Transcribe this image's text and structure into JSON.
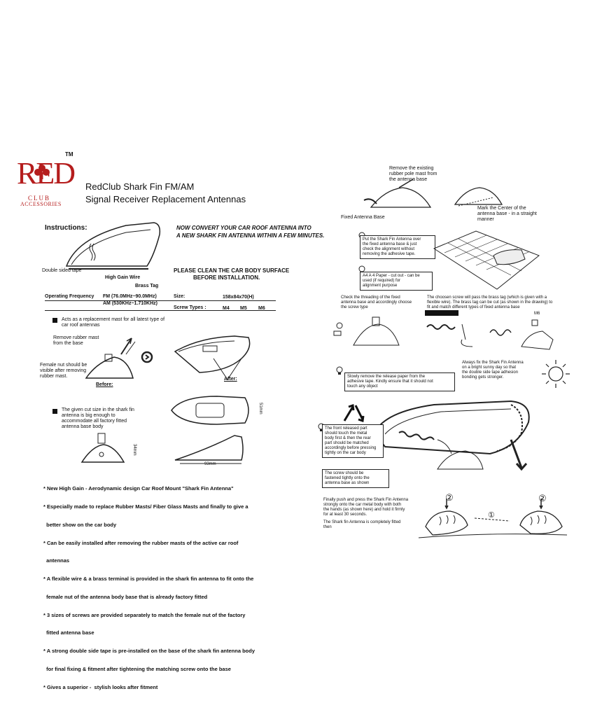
{
  "left_page": {
    "brand_tm": "TM",
    "brand_name": "RED",
    "brand_sub1": "CLUB",
    "brand_sub2": "ACCESSORIES",
    "title_line1": "RedClub Shark Fin FM/AM",
    "title_line2": "Signal Receiver Replacement Antennas",
    "instructions_label": "Instructions:",
    "convert_line1": "NOW CONVERT YOUR CAR ROOF ANTENNA INTO",
    "convert_line2": "A NEW SHARK FIN ANTENNA WITHIN A FEW MINUTES.",
    "double_sided_tape": "Double sided tape",
    "high_gain_wire": "High Gain Wire",
    "brass_tag": "Brass Tag",
    "clean_line1": "PLEASE CLEAN THE CAR BODY SURFACE",
    "clean_line2": "BEFORE INSTALLATION.",
    "spec": {
      "operating_label": "Operating Frequency",
      "fm": "FM (76.0MHz~90.0MHz)",
      "am": "AM (530KHz~1.710KHz)",
      "size_label": "Size:",
      "size_value": "158x84x70(H)",
      "screw_label": "Screw Types :",
      "screw_m4": "M4",
      "screw_m5": "M5",
      "screw_m6": "M6"
    },
    "note1_line1": "Acts as a replacement mast for all latest type of",
    "note1_line2": "car roof antennas",
    "remove_line1": "Remove rubber mast",
    "remove_line2": "from the base",
    "female_line1": "Female nut should be",
    "female_line2": "visible after removing",
    "female_line3": "rubber mast.",
    "before_label": "Before:",
    "after_label": "After:",
    "note2_line1": "The given cut size in the shark fin",
    "note2_line2": "antenna is big enough to",
    "note2_line3": "accommodate all factory fitted",
    "note2_line4": "antenna base body",
    "dim_height": "34mm",
    "dim_width": "93mm",
    "dim_depth": "51mm",
    "bullets": [
      "* New High Gain - Aerodynamic design Car Roof Mount \"Shark Fin Antenna\"",
      "* Especially made to replace Rubber Masts/ Fiber Glass Masts and finally to give a",
      "  better show on the car body",
      "* Can be easily installed after removing the rubber masts of the active car roof",
      "  antennas",
      "* A flexible wire & a brass terminal is provided in the shark fin antenna to fit onto the",
      "  female nut of the antenna body base that is already factory fitted",
      "* 3 sizes of screws are provided separately to match the female nut of the factory",
      "  fitted antenna base",
      "* A strong double side tape is pre-installed on the base of the shark fin antenna body",
      "  for final fixing & fitment after tightening the matching screw onto the base",
      "* Gives a superior -  stylish looks after fitment"
    ]
  },
  "right_page": {
    "remove_existing_line1": "Remove the existing",
    "remove_existing_line2": "rubber pole mast from",
    "remove_existing_line3": "the antenna base",
    "fixed_antenna_base": "Fixed Antenna Base",
    "mark_center_line1": "Mark the Center of the",
    "mark_center_line2": "antenna base - in a straight",
    "mark_center_line3": "manner",
    "putover_line1": "Put the Shark Fin Antenna over",
    "putover_line2": "the fixed antenna base & just",
    "putover_line3": "check the alignment without",
    "putover_line4": "removing the adhesive tape.",
    "a4_line1": "A4 A 4 Paper - cut out - can be",
    "a4_line2": "used (if required) for",
    "a4_line3": "alignment purpose",
    "thread_line1": "Check the threading of the fixed",
    "thread_line2": "antenna base and accordingly choose",
    "thread_line3": "the screw type",
    "screw_line1": "The choosen screw will pass the brass tag (which is given with a",
    "screw_line2": "flexible wire). The brass tag can be cut (as shown in the drawing) to",
    "screw_line3": "fit and match different types of fixed antenna base",
    "small_label": "M6",
    "always_line1": "Always fix the Shark Fin Antenna",
    "always_line2": "on a bright sunny day so that",
    "always_line3": "the double side tape adhesion",
    "always_line4": "bonding gets stronger.",
    "slowly_line1": "Slowly remove the release paper from the",
    "slowly_line2": "adhesive tape. Kindly ensure that it should not",
    "slowly_line3": "touch any object",
    "front_line1": "The front released part",
    "front_line2": "should touch the metal",
    "front_line3": "body first & then the rear",
    "front_line4": "part should be matched",
    "front_line5": "accordingly before pressing",
    "front_line6": "tightly on the car body",
    "screw_fast_line1": "The screw should be",
    "screw_fast_line2": "fastened tightly onto the",
    "screw_fast_line3": "antenna base as shown",
    "final_line1": "Finally push and press the Shark Fin Antenna",
    "final_line2": "strongly onto the car metal body with both",
    "final_line3": "the hands (as shown here) and hold it firmly",
    "final_line4": "for at least 30 seconds.",
    "final_line5": "The Shark fin Antenna is completely fitted",
    "final_line6": "then",
    "num_2a": "②",
    "num_1": "①",
    "num_2b": "②"
  }
}
